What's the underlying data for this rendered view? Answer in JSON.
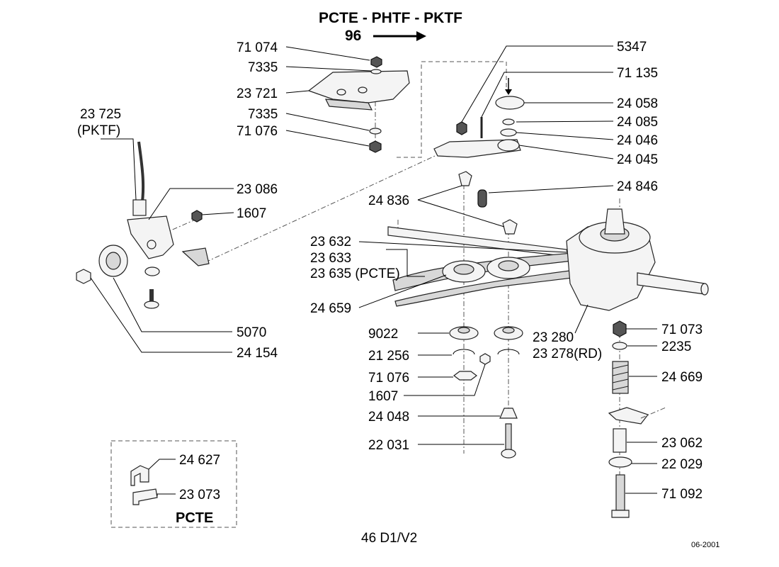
{
  "header": {
    "models": "PCTE - PHTF - PKTF",
    "year": "96"
  },
  "labels": {
    "l71074": "71 074",
    "l7335a": "7335",
    "l23721": "23 721",
    "l7335b": "7335",
    "l71076a": "71 076",
    "l23725": "23 725",
    "l23725note": "(PKTF)",
    "l23086": "23 086",
    "l1607a": "1607",
    "l5070": "5070",
    "l24154": "24 154",
    "l5347": "5347",
    "l71135": "71 135",
    "l24058": "24 058",
    "l24085": "24 085",
    "l24046": "24 046",
    "l24045": "24 045",
    "l24846": "24 846",
    "l24836": "24 836",
    "l23632": "23 632",
    "l23633": "23 633",
    "l23635": "23 635 (PCTE)",
    "l24659": "24 659",
    "l9022": "9022",
    "l21256": "21 256",
    "l71076b": "71 076",
    "l1607b": "1607",
    "l24048": "24 048",
    "l22031": "22 031",
    "l23280": "23 280",
    "l23278": "23 278(RD)",
    "l71073": "71 073",
    "l2235": "2235",
    "l24669": "24 669",
    "l23062": "23 062",
    "l22029": "22 029",
    "l71092": "71 092",
    "l24627": "24 627",
    "l23073": "23 073",
    "pcte": "PCTE"
  },
  "footer": {
    "code": "46 D1/V2",
    "date": "06-2001"
  }
}
